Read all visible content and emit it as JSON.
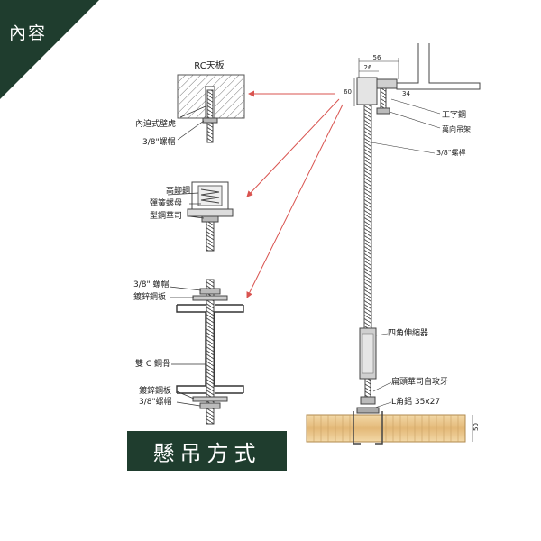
{
  "header": {
    "corner_label": "內容"
  },
  "title": "懸吊方式",
  "labels": {
    "rc_slab": "RC天板",
    "anchor": "內迫式壁虎",
    "nut_top": "3/8\"螺帽",
    "spring_steel": "高鉚鋼",
    "spring_nut": "彈簧螺母",
    "washer_type": "型鋼華司",
    "nut_c": "3/8\" 螺帽",
    "zinc_plate_top": "鍍鋅鋼板",
    "double_c": "雙 C 鋼骨",
    "zinc_plate_bottom": "鍍鋅鋼板",
    "nut_bottom": "3/8\"螺帽",
    "i_beam": "工字鋼",
    "clamp": "萬向吊架",
    "rod": "3/8\"螺桿",
    "turnbuckle": "四角伸縮器",
    "screw": "扁頭華司自攻牙",
    "angle": "L角鋁  35x27",
    "dim_56": "56",
    "dim_26": "26",
    "dim_34": "34",
    "dim_60": "60",
    "dim_50": "50"
  },
  "colors": {
    "dark_green": "#1f3d2e",
    "arrow": "#d9534f",
    "panel": "#e8c48a",
    "steel": "#888888"
  }
}
